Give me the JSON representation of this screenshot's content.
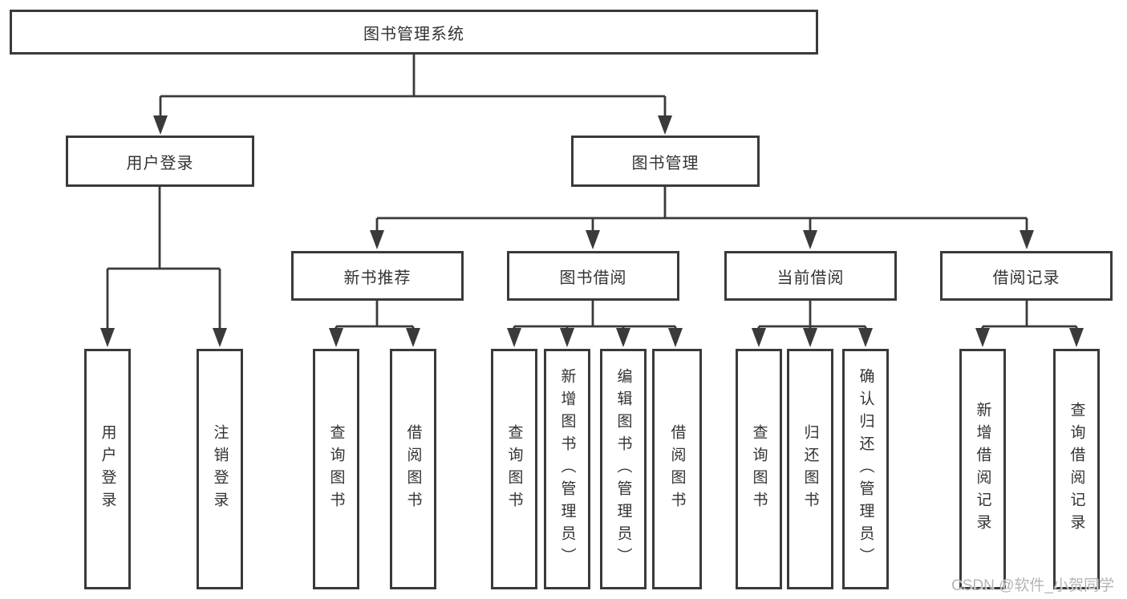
{
  "tree": {
    "root": "图书管理系统",
    "level2": [
      "用户登录",
      "图书管理"
    ],
    "level3": [
      "新书推荐",
      "图书借阅",
      "当前借阅",
      "借阅记录"
    ],
    "leaves": [
      "用户登录",
      "注销登录",
      "查询图书",
      "借阅图书",
      "查询图书",
      "新增图书（管理员）",
      "编辑图书（管理员）",
      "借阅图书",
      "查询图书",
      "归还图书",
      "确认归还（管理员）",
      "新增借阅记录",
      "查询借阅记录"
    ]
  },
  "watermark": "CSDN @软件_小贺同学",
  "colors": {
    "line": "#3a3a3a",
    "text": "#333333",
    "watermark": "#b5b5b5",
    "background": "#ffffff"
  }
}
